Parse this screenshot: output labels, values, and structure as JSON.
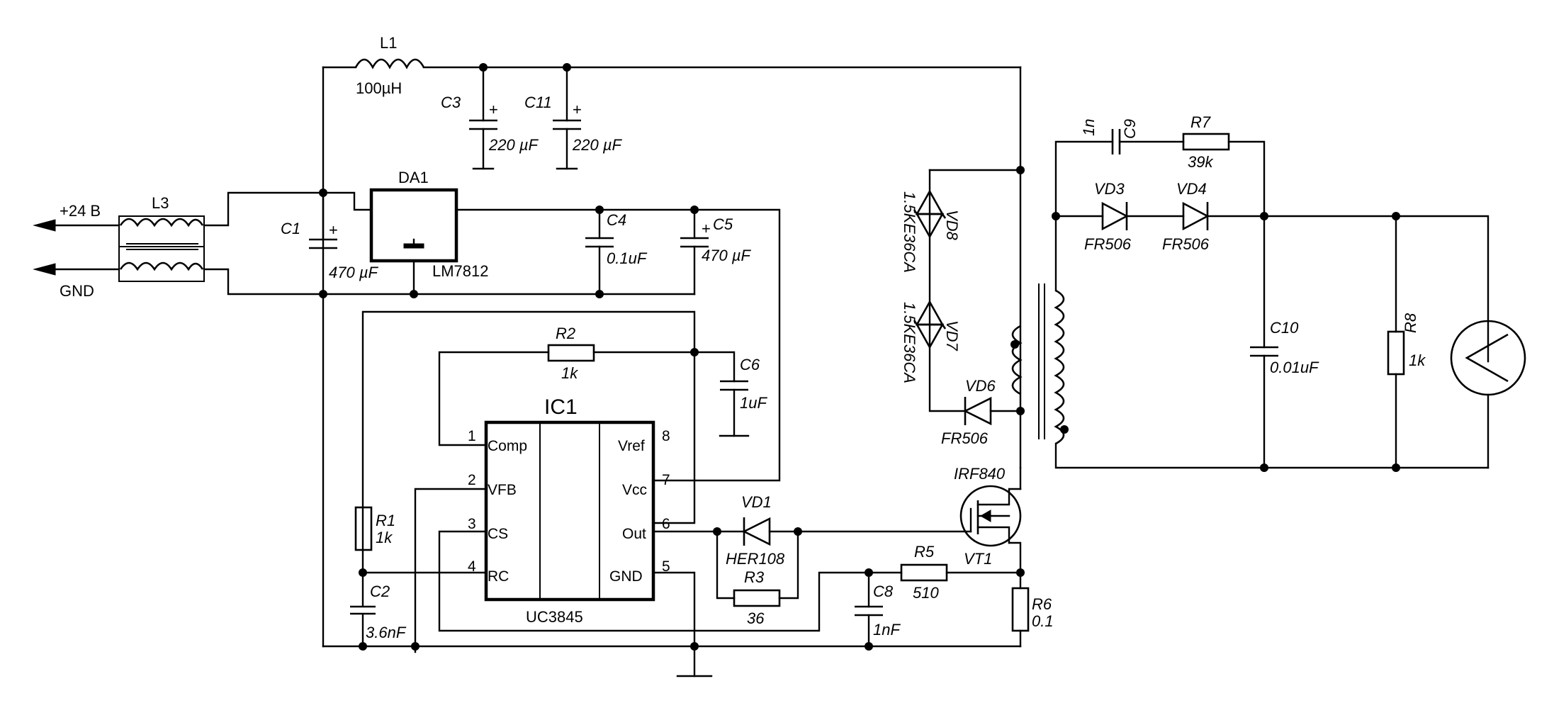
{
  "labels": {
    "plus24": "+24 В",
    "gnd": "GND",
    "L3": "L3",
    "L1": "L1",
    "L1_val": "100µH",
    "C1": "C1",
    "C1_val": "470 µF",
    "C3": "C3",
    "C3_val": "220 µF",
    "C11": "C11",
    "C11_val": "220 µF",
    "DA1": "DA1",
    "DA1_part": "LM7812",
    "C4": "C4",
    "C4_val": "0.1uF",
    "C5": "C5",
    "C5_val": "470 µF",
    "R2": "R2",
    "R2_val": "1k",
    "C6": "C6",
    "C6_val": "1uF",
    "IC1": "IC1",
    "IC1_part": "UC3845",
    "R1": "R1",
    "R1_val": "1k",
    "C2": "C2",
    "C2_val": "3.6nF",
    "VD1": "VD1",
    "VD1_part": "HER108",
    "R3": "R3",
    "R3_val": "36",
    "C8": "C8",
    "C8_val": "1nF",
    "R5": "R5",
    "R5_val": "510",
    "VT1": "VT1",
    "VT1_part": "IRF840",
    "R6": "R6",
    "R6_val": "0.1",
    "VD8": "VD8",
    "VD8_part": "1.5KE36CA",
    "VD7": "VD7",
    "VD7_part": "1.5KE36CA",
    "VD6": "VD6",
    "VD6_part": "FR506",
    "C9": "C9",
    "C9_val": "1n",
    "R7": "R7",
    "R7_val": "39k",
    "VD3": "VD3",
    "VD3_part": "FR506",
    "VD4": "VD4",
    "VD4_part": "FR506",
    "C10": "C10",
    "C10_val": "0.01uF",
    "R8": "R8",
    "R8_val": "1k",
    "plus": "+",
    "minus_bar": ""
  },
  "ic_pins": {
    "p1_num": "1",
    "p1_name": "Comp",
    "p2_num": "2",
    "p2_name": "VFB",
    "p3_num": "3",
    "p3_name": "CS",
    "p4_num": "4",
    "p4_name": "RC",
    "p5_num": "5",
    "p5_name": "GND",
    "p6_num": "6",
    "p6_name": "Out",
    "p7_num": "7",
    "p7_name": "Vcc",
    "p8_num": "8",
    "p8_name": "Vref"
  }
}
